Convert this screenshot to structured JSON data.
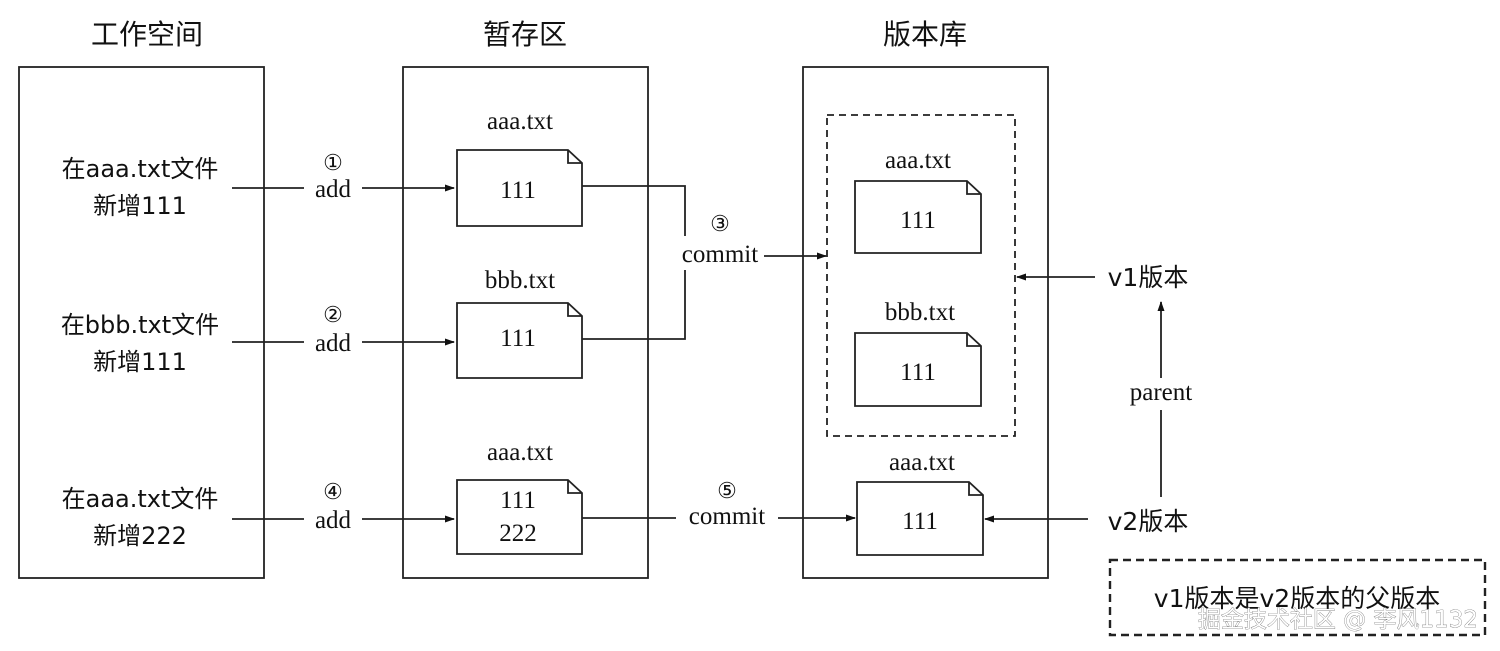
{
  "columns": {
    "workspace": "工作空间",
    "staging": "暂存区",
    "repository": "版本库"
  },
  "workspace_actions": [
    {
      "line1": "在aaa.txt文件",
      "line2": "新增111"
    },
    {
      "line1": "在bbb.txt文件",
      "line2": "新增111"
    },
    {
      "line1": "在aaa.txt文件",
      "line2": "新增222"
    }
  ],
  "steps": [
    {
      "num": "①",
      "label": "add"
    },
    {
      "num": "②",
      "label": "add"
    },
    {
      "num": "③",
      "label": "commit"
    },
    {
      "num": "④",
      "label": "add"
    },
    {
      "num": "⑤",
      "label": "commit"
    }
  ],
  "staging_files": [
    {
      "name": "aaa.txt",
      "content": "111"
    },
    {
      "name": "bbb.txt",
      "content": "111"
    },
    {
      "name": "aaa.txt",
      "content_line1": "111",
      "content_line2": "222"
    }
  ],
  "repo_v1_files": [
    {
      "name": "aaa.txt",
      "content": "111"
    },
    {
      "name": "bbb.txt",
      "content": "111"
    }
  ],
  "repo_v2_file": {
    "name": "aaa.txt",
    "content": "111"
  },
  "versions": {
    "v1": "v1版本",
    "v2": "v2版本",
    "parent": "parent"
  },
  "note": "v1版本是v2版本的父版本",
  "watermark": "掘金技术社区 @ 李风1132"
}
